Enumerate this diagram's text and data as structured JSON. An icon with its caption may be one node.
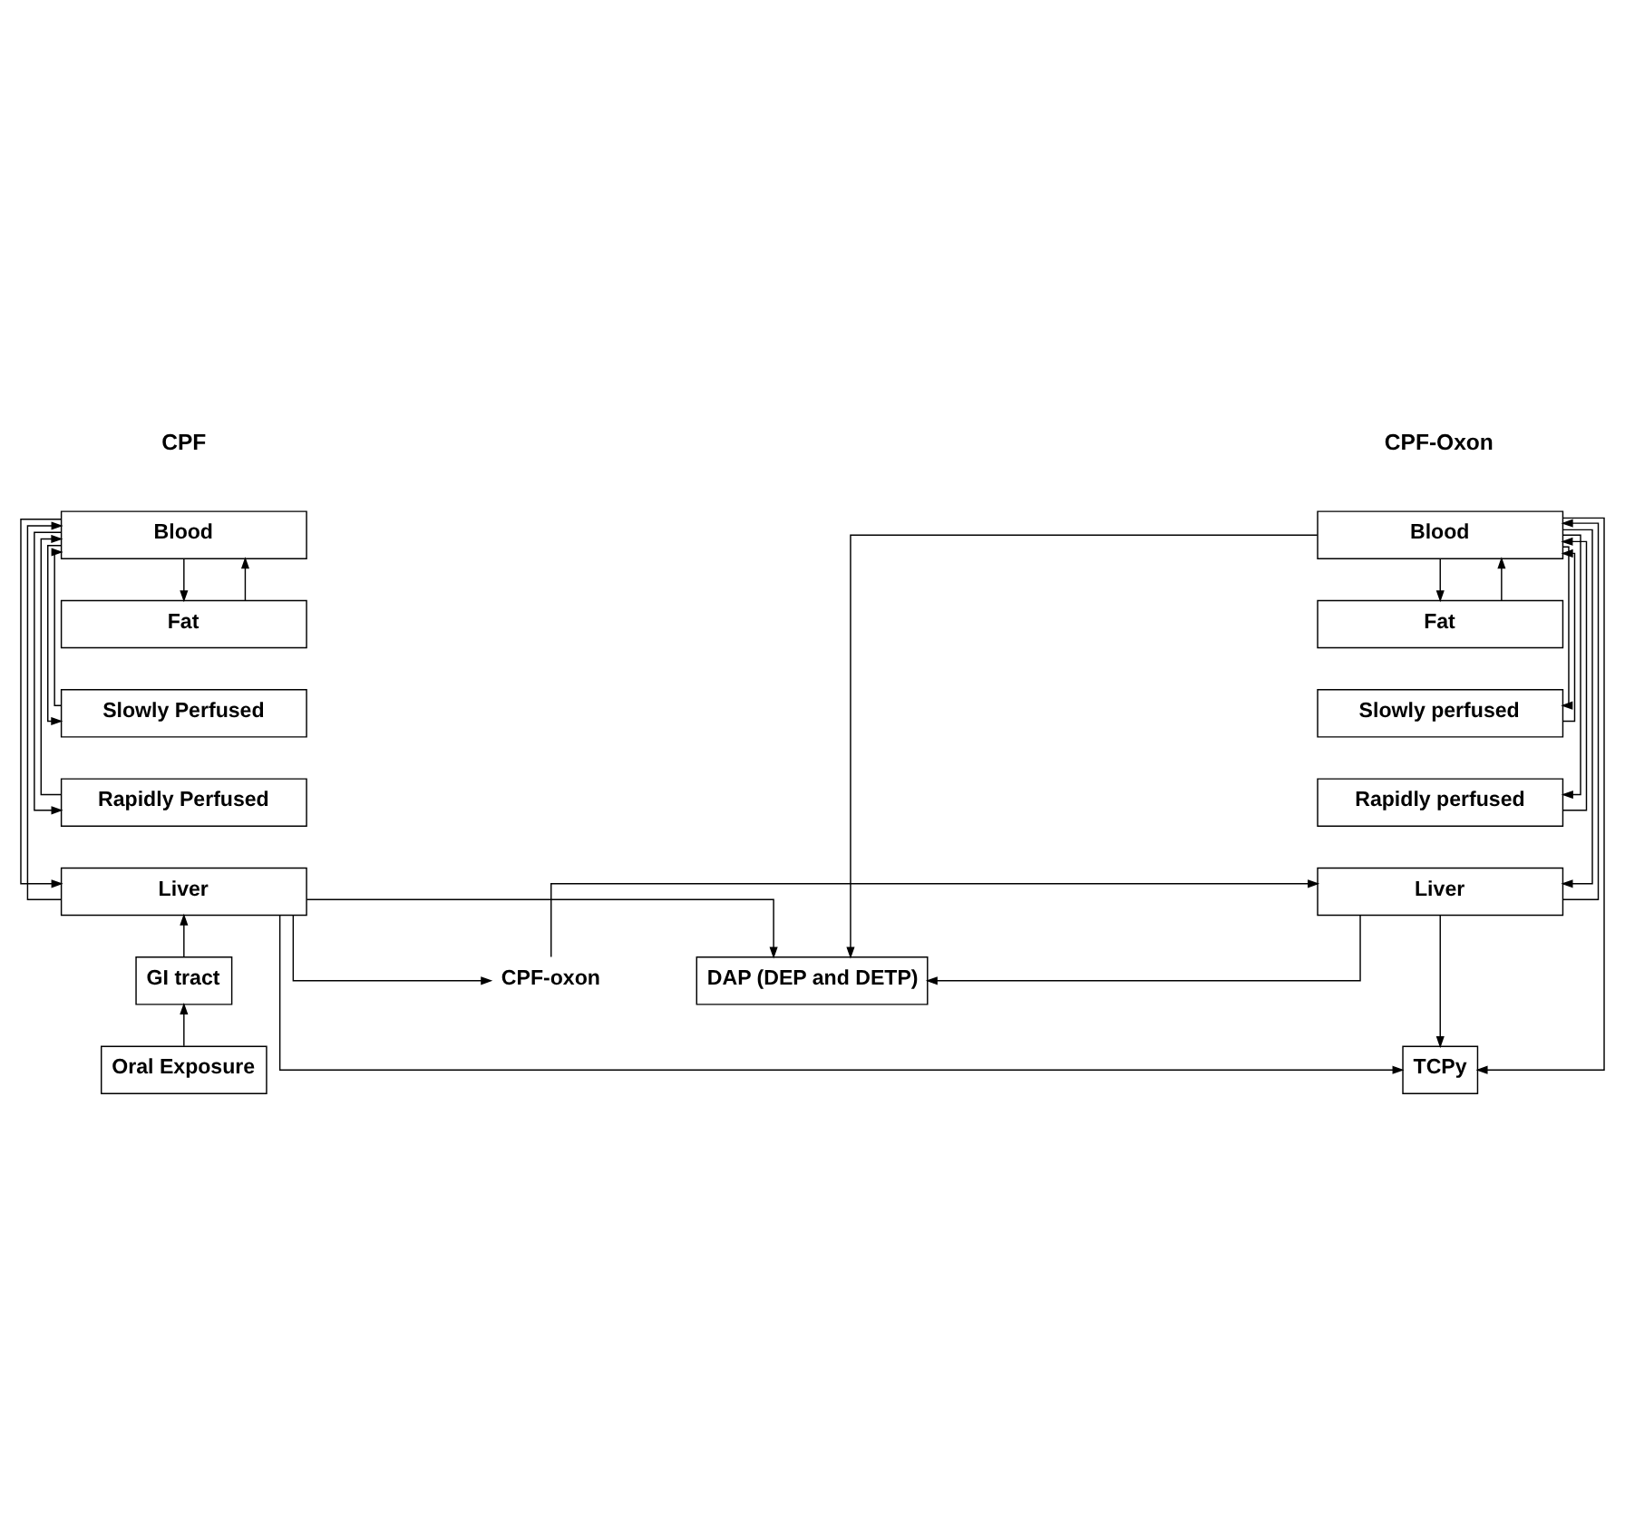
{
  "diagram": {
    "nodes": [
      {
        "text": [
          "Blood"
        ]
      },
      {
        "text": [
          "Fat"
        ]
      },
      {
        "text": [
          "Slowly Perfused"
        ]
      },
      {
        "text": [
          "Rapidly Perfused"
        ]
      },
      {
        "text": [
          "Liver"
        ]
      },
      {
        "text": [
          "Blood"
        ]
      },
      {
        "text": [
          "Fat"
        ]
      },
      {
        "text": [
          "Slowly perfused"
        ]
      },
      {
        "text": [
          "Rapidly perfused"
        ]
      },
      {
        "text": [
          "Liver"
        ]
      },
      {
        "text": [
          "CPF-oxon"
        ]
      },
      {
        "text": [
          "GI tract"
        ]
      },
      {
        "text": [
          "Oral Exposure"
        ]
      },
      {
        "text": [
          "TCPy"
        ]
      },
      {
        "text": [
          "DAP (DEP and DETP)"
        ]
      }
    ],
    "edges": [
      {
        "from": 0,
        "to": 1,
        "arrow": "to"
      },
      {
        "from": 0,
        "to": 2,
        "arrow": "to"
      },
      {
        "from": 0,
        "to": 3,
        "arrow": "to"
      },
      {
        "from": 0,
        "to": 4,
        "arrow": "to"
      },
      {
        "from": 1,
        "to": 0,
        "arrow": "to"
      },
      {
        "from": 2,
        "to": 0,
        "arrow": "to"
      },
      {
        "from": 3,
        "to": 0,
        "arrow": "to"
      },
      {
        "from": 4,
        "to": 0,
        "arrow": "to"
      },
      {
        "from": 5,
        "to": 6,
        "arrow": "to"
      },
      {
        "from": 5,
        "to": 7,
        "arrow": "to"
      },
      {
        "from": 5,
        "to": 8,
        "arrow": "to"
      },
      {
        "from": 5,
        "to": 9,
        "arrow": "to"
      },
      {
        "from": 6,
        "to": 5,
        "arrow": "to"
      },
      {
        "from": 7,
        "to": 5,
        "arrow": "to"
      },
      {
        "from": 8,
        "to": 5,
        "arrow": "to"
      },
      {
        "from": 9,
        "to": 5,
        "arrow": "to"
      },
      {
        "from": 12,
        "to": 11,
        "arrow": "to"
      },
      {
        "from": 11,
        "to": 4,
        "arrow": "to"
      },
      {
        "from": 4,
        "to": 10,
        "arrow": "to"
      },
      {
        "from": 10,
        "to": 9,
        "arrow": "to"
      },
      {
        "from": 4,
        "to": 14,
        "arrow": "to"
      },
      {
        "from": 4,
        "to": 13,
        "arrow": "to"
      },
      {
        "from": 5,
        "to": 13,
        "arrow": "to"
      },
      {
        "from": 9,
        "to": 13,
        "arrow": "to"
      },
      {
        "from": 5,
        "to": 14,
        "arrow": "to"
      },
      {
        "from": 9,
        "to": 14,
        "arrow": "to"
      }
    ],
    "labels": [
      "CPF",
      "CPF-Oxon"
    ]
  }
}
